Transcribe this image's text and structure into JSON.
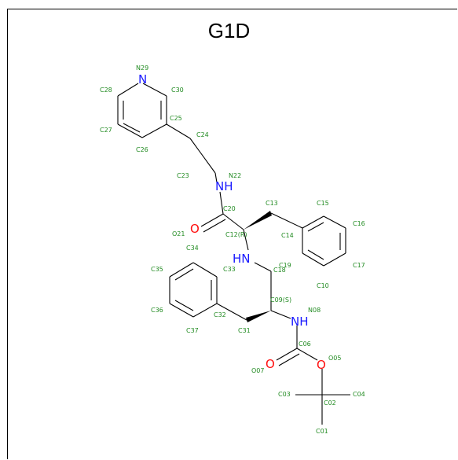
{
  "title": "G1D",
  "colors": {
    "carbon_label": "#228b22",
    "nitrogen": "#1a1aff",
    "oxygen": "#ff0d0d",
    "bond": "#000000"
  },
  "heteroatoms": [
    {
      "id": "N29",
      "symbol": "N",
      "color": "nitrogen"
    },
    {
      "id": "N22",
      "symbol": "NH",
      "color": "nitrogen"
    },
    {
      "id": "N11",
      "symbol": "HN",
      "color": "nitrogen"
    },
    {
      "id": "N08",
      "symbol": "NH",
      "color": "nitrogen"
    },
    {
      "id": "O21",
      "symbol": "O",
      "color": "oxygen"
    },
    {
      "id": "O07",
      "symbol": "O",
      "color": "oxygen"
    },
    {
      "id": "O05",
      "symbol": "O",
      "color": "oxygen"
    }
  ],
  "atom_labels": [
    "N29",
    "C28",
    "C30",
    "C27",
    "C25",
    "C26",
    "C24",
    "C23",
    "N22",
    "C20",
    "C13",
    "C15",
    "C16",
    "O21",
    "C12(R)",
    "C14",
    "C34",
    "C19",
    "C17",
    "C18",
    "C10",
    "C35",
    "C33",
    "C09(S)",
    "C36",
    "C32",
    "N08",
    "C37",
    "C31",
    "C06",
    "O05",
    "O07",
    "C03",
    "C02",
    "C04",
    "C01"
  ]
}
